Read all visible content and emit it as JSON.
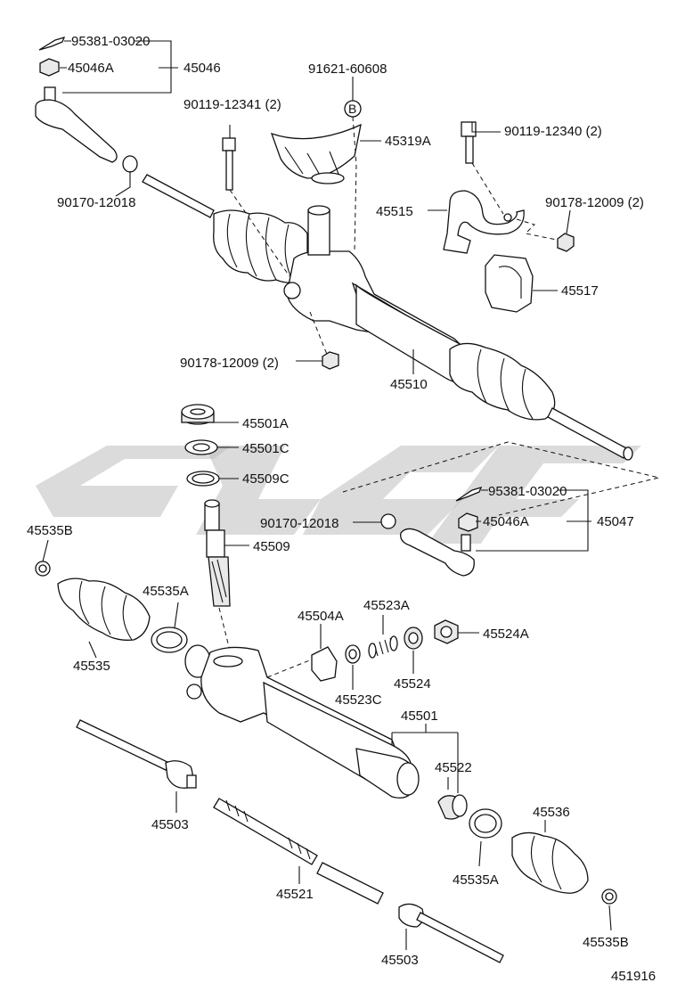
{
  "labels": {
    "p95381_03020_top": "95381-03020",
    "p45046A_top": "45046A",
    "p45046": "45046",
    "p91621_60608": "91621-60608",
    "callout_B": "B",
    "p90119_12341": "90119-12341 (2)",
    "p45319A": "45319A",
    "p90119_12340": "90119-12340 (2)",
    "p90170_12018_top": "90170-12018",
    "p45515": "45515",
    "p90178_12009_right": "90178-12009 (2)",
    "p45517": "45517",
    "p90178_12009_mid": "90178-12009 (2)",
    "p45510": "45510",
    "p45501A": "45501A",
    "p45501C": "45501C",
    "p45509C": "45509C",
    "p45535B_left": "45535B",
    "p95381_03020_mid": "95381-03020",
    "p90170_12018_mid": "90170-12018",
    "p45046A_mid": "45046A",
    "p45047": "45047",
    "p45509": "45509",
    "p45535A_left": "45535A",
    "p45523A": "45523A",
    "p45504A": "45504A",
    "p45524A": "45524A",
    "p45535": "45535",
    "p45523C": "45523C",
    "p45524": "45524",
    "p45501": "45501",
    "p45522": "45522",
    "p45503_left": "45503",
    "p45536": "45536",
    "p45535A_right": "45535A",
    "p45521": "45521",
    "p45535B_right": "45535B",
    "p45503_bottom": "45503",
    "diagram_number": "451916"
  },
  "colors": {
    "line": "#111111",
    "watermark": "#bdbdbd",
    "background": "#ffffff"
  }
}
